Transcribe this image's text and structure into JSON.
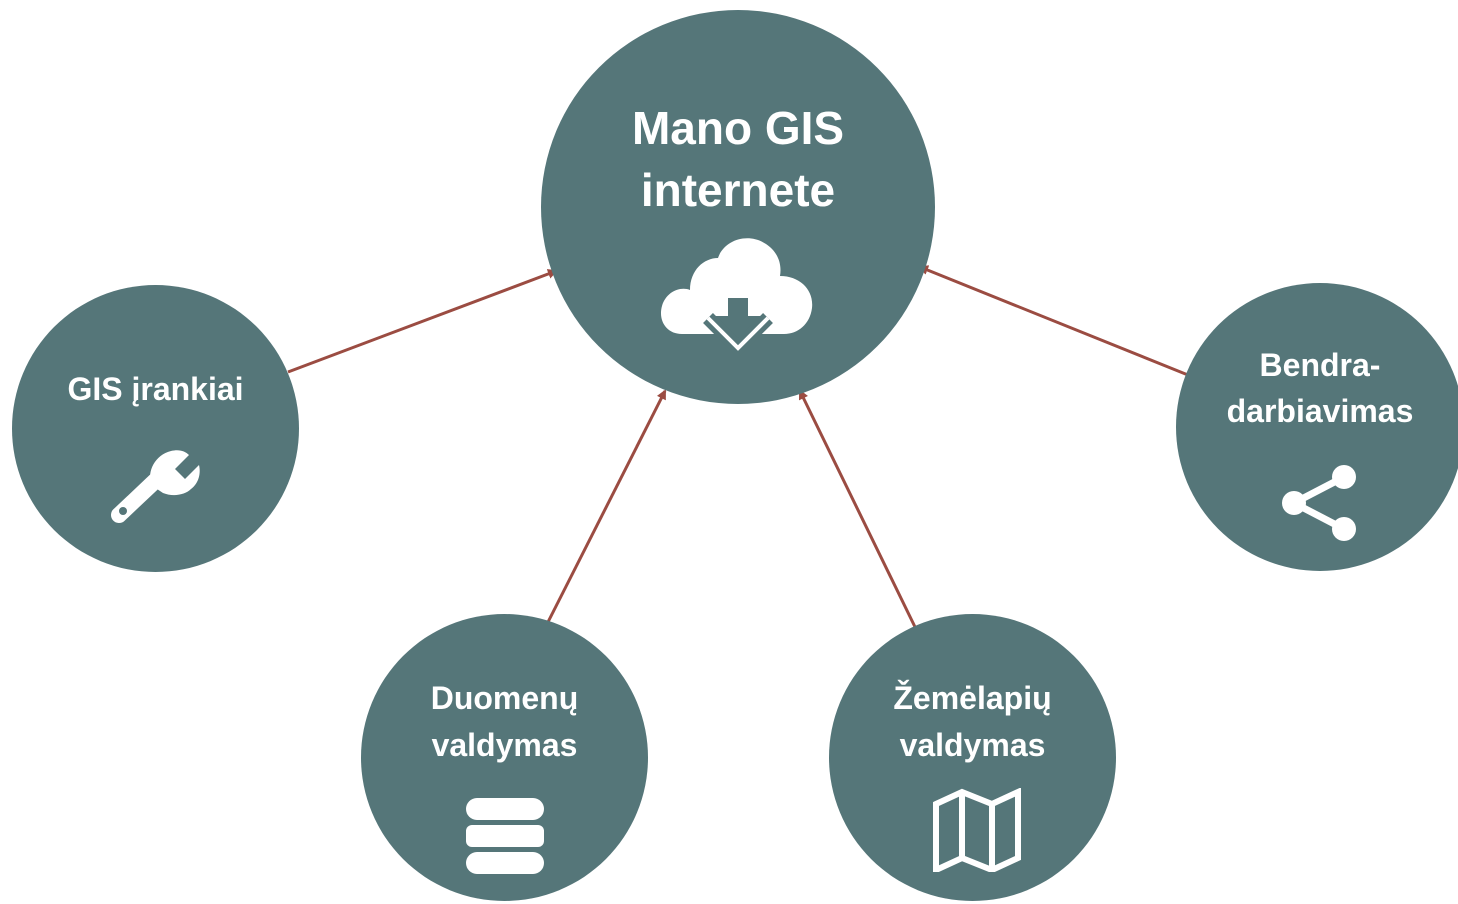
{
  "colors": {
    "node_fill": "#557679",
    "node_text": "#ffffff",
    "arrow": "#9b4c42",
    "background": "#ffffff"
  },
  "center": {
    "line1": "Mano GIS",
    "line2": "internete",
    "icon": "cloud-download-icon"
  },
  "nodes": {
    "tools": {
      "line1": "GIS įrankiai",
      "icon": "wrench-icon"
    },
    "collaboration": {
      "line1": "Bendra-",
      "line2": "darbiavimas",
      "icon": "share-icon"
    },
    "data": {
      "line1": "Duomenų",
      "line2": "valdymas",
      "icon": "database-icon"
    },
    "maps": {
      "line1": "Žemėlapių",
      "line2": "valdymas",
      "icon": "map-icon"
    }
  }
}
